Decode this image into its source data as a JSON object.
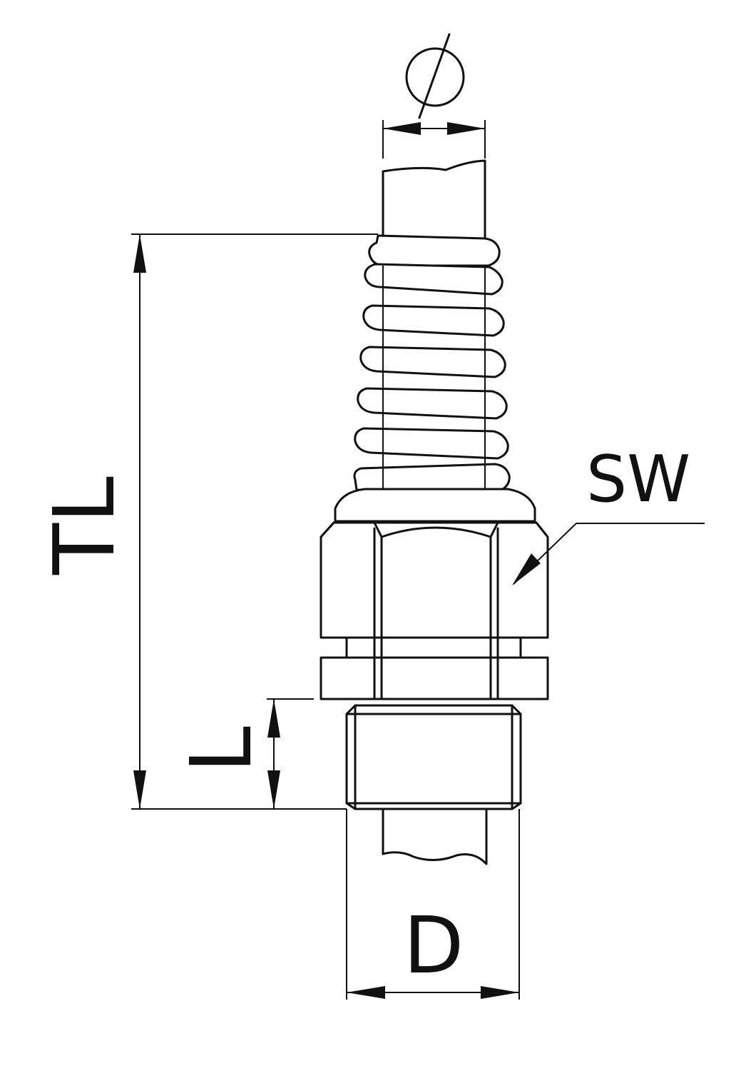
{
  "labels": {
    "diameter_symbol": "∅",
    "total_length": "TL",
    "thread_length": "L",
    "wrench_size": "SW",
    "thread_diameter": "D"
  },
  "colors": {
    "line": "#111111",
    "background": "#ffffff"
  }
}
